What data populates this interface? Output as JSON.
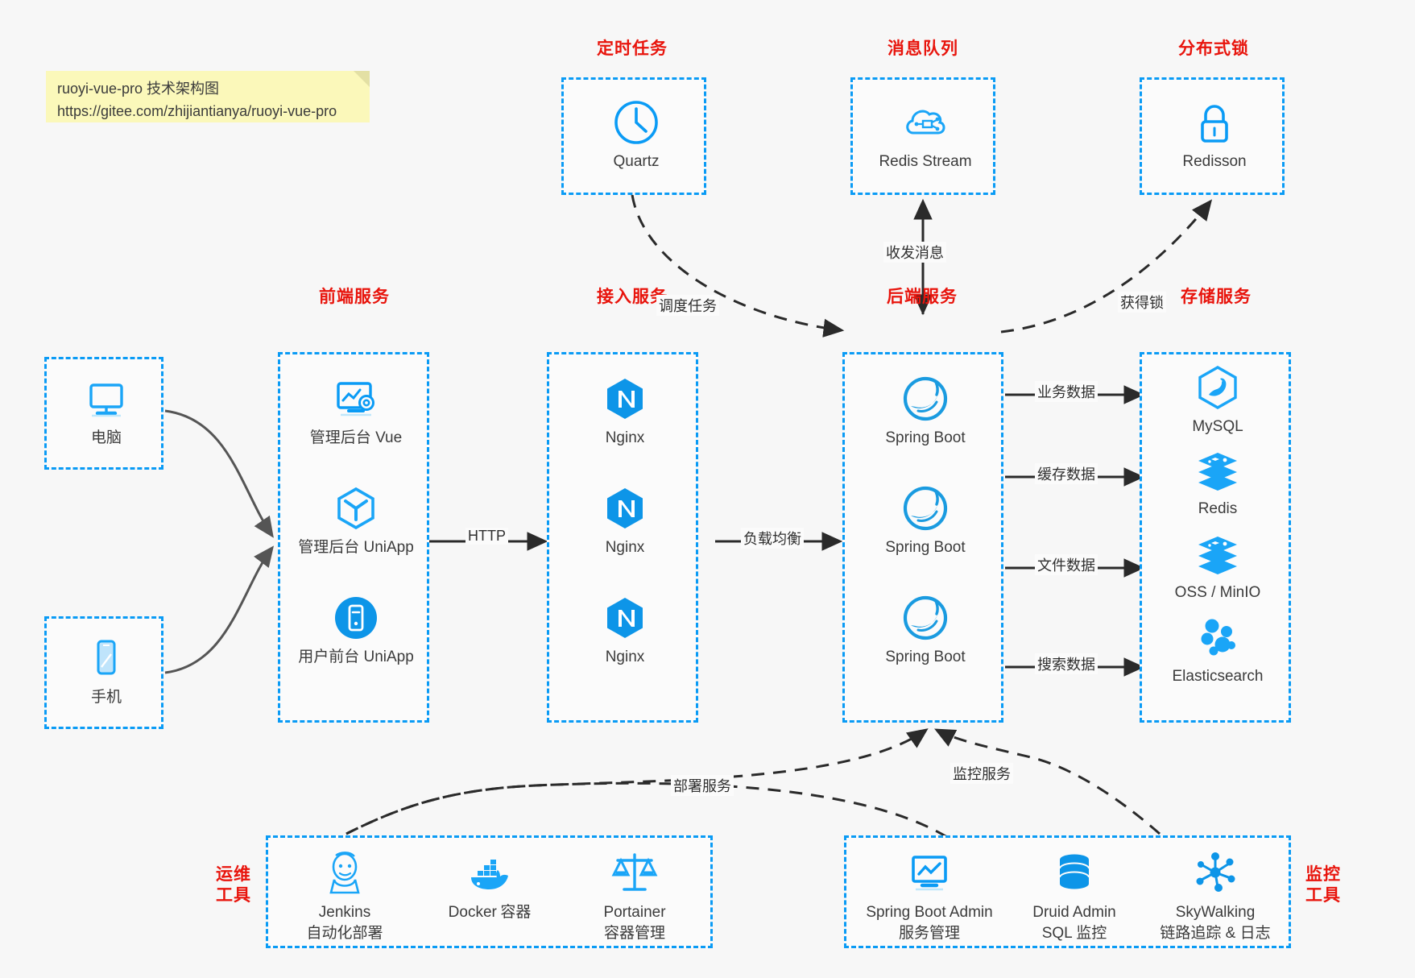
{
  "note": {
    "title": "ruoyi-vue-pro 技术架构图",
    "url": "https://gitee.com/zhijiantianya/ruoyi-vue-pro"
  },
  "colors": {
    "accent_blue": "#0a9bf5",
    "icon_blue": "#1296db",
    "group_title_red": "#e8140c",
    "arrow_gray": "#555555",
    "background": "#f7f7f7",
    "note_yellow": "#fbf8ba"
  },
  "groups": {
    "scheduled_task": {
      "title": "定时任务"
    },
    "message_queue": {
      "title": "消息队列"
    },
    "distributed_lock": {
      "title": "分布式锁"
    },
    "frontend": {
      "title": "前端服务"
    },
    "gateway": {
      "title": "接入服务"
    },
    "backend": {
      "title": "后端服务"
    },
    "storage": {
      "title": "存储服务"
    },
    "devops": {
      "title": "运维\n工具",
      "line1": "运维",
      "line2": "工具"
    },
    "monitor": {
      "title": "监控\n工具",
      "line1": "监控",
      "line2": "工具"
    }
  },
  "clients": [
    {
      "id": "pc",
      "label": "电脑",
      "icon": "desktop-monitor-icon"
    },
    {
      "id": "phone",
      "label": "手机",
      "icon": "smartphone-icon"
    }
  ],
  "scheduled_task_nodes": [
    {
      "label": "Quartz",
      "icon": "clock-icon"
    }
  ],
  "message_queue_nodes": [
    {
      "label": "Redis Stream",
      "icon": "cloud-stream-icon"
    }
  ],
  "distributed_lock_nodes": [
    {
      "label": "Redisson",
      "icon": "padlock-icon"
    }
  ],
  "frontend_nodes": [
    {
      "label": "管理后台 Vue",
      "icon": "dashboard-gear-icon"
    },
    {
      "label": "管理后台 UniApp",
      "icon": "uniapp-cube-icon"
    },
    {
      "label": "用户前台 UniApp",
      "icon": "mobile-app-icon"
    }
  ],
  "gateway_nodes": [
    {
      "label": "Nginx",
      "icon": "nginx-icon"
    },
    {
      "label": "Nginx",
      "icon": "nginx-icon"
    },
    {
      "label": "Nginx",
      "icon": "nginx-icon"
    }
  ],
  "backend_nodes": [
    {
      "label": "Spring Boot",
      "icon": "spring-boot-icon"
    },
    {
      "label": "Spring Boot",
      "icon": "spring-boot-icon"
    },
    {
      "label": "Spring Boot",
      "icon": "spring-boot-icon"
    }
  ],
  "storage_nodes": [
    {
      "label": "MySQL",
      "icon": "mysql-dolphin-icon"
    },
    {
      "label": "Redis",
      "icon": "redis-stack-icon"
    },
    {
      "label": "OSS / MinIO",
      "icon": "object-storage-icon"
    },
    {
      "label": "Elasticsearch",
      "icon": "elasticsearch-icon"
    }
  ],
  "devops_nodes": [
    {
      "label": "Jenkins",
      "sub": "自动化部署",
      "icon": "jenkins-butler-icon"
    },
    {
      "label": "Docker",
      "sub": "容器",
      "icon": "docker-whale-icon"
    },
    {
      "label": "Portainer",
      "sub": "容器管理",
      "icon": "scales-balance-icon"
    }
  ],
  "monitor_nodes": [
    {
      "label": "Spring Boot Admin",
      "sub": "服务管理",
      "icon": "monitor-chart-icon"
    },
    {
      "label": "Druid Admin",
      "sub": "SQL 监控",
      "icon": "database-cylinder-icon"
    },
    {
      "label": "SkyWalking",
      "sub": "链路追踪 & 日志",
      "icon": "network-nodes-icon"
    }
  ],
  "edge_labels": {
    "schedule_task": "调度任务",
    "send_receive_message": "收发消息",
    "acquire_lock": "获得锁",
    "http": "HTTP",
    "load_balance": "负载均衡",
    "business_data": "业务数据",
    "cache_data": "缓存数据",
    "file_data": "文件数据",
    "search_data": "搜索数据",
    "deploy_service": "部署服务",
    "monitor_service": "监控服务"
  }
}
